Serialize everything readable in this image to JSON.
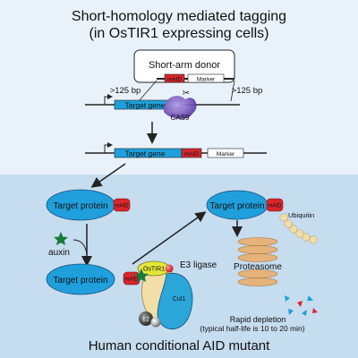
{
  "header": {
    "title_line1": "Short-homology mediated tagging",
    "title_line2": "(in OsTIR1 expressing cells)"
  },
  "donor": {
    "label": "Short-arm donor",
    "tag_label": "mAID",
    "marker_label": "Marker"
  },
  "locus": {
    "left_arm": ">125 bp",
    "right_arm": ">125 bp",
    "gene_label": "Target gene",
    "nuclease_label": "CAS9"
  },
  "edited_locus": {
    "gene_label": "Target gene",
    "tag_label": "mAID",
    "marker_label": "Marker"
  },
  "degradation": {
    "protein_label": "Target protein",
    "tag_label": "mAID",
    "auxin_label": "auxin",
    "ostir1_label": "OsTIR1",
    "e3_label": "E3 ligase",
    "cul1_label": "Cul1",
    "e2_label": "E2",
    "ubiquitin_label": "Ubiquitin",
    "proteasome_label": "Proteasome",
    "depletion_line1": "Rapid depletion",
    "depletion_line2": "(typical half-life is 10 to 20 min)"
  },
  "footer": {
    "title": "Human conditional AID mutant"
  },
  "colors": {
    "top_band": "#e9f2fa",
    "bottom_band": "#c6dcef",
    "protein_fill": "#1fa0dc",
    "tag_fill": "#d9252b",
    "proteasome_fill": "#e6b37a",
    "ubiquitin_fill": "#f2dfa7",
    "auxin_fill": "#1a7a3a",
    "ostir1_fill": "#e4e63a",
    "cul1_fill": "#2aa6d9"
  }
}
